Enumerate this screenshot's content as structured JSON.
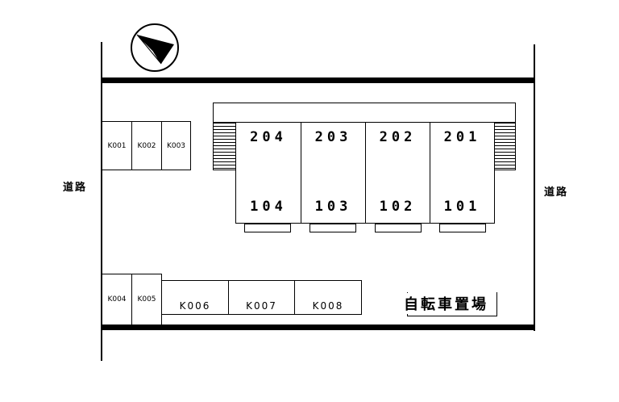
{
  "compass": {
    "icon": "north-arrow-icon"
  },
  "roads": {
    "left": "道路",
    "right": "道路"
  },
  "parking": {
    "top": [
      "K001",
      "K002",
      "K003"
    ],
    "bottom_small": [
      "K004",
      "K005"
    ],
    "bottom_wide": [
      "K006",
      "K007",
      "K008"
    ]
  },
  "building": {
    "units": [
      {
        "upper": "204",
        "lower": "104"
      },
      {
        "upper": "203",
        "lower": "103"
      },
      {
        "upper": "202",
        "lower": "102"
      },
      {
        "upper": "201",
        "lower": "101"
      }
    ]
  },
  "bicycle_parking": {
    "label": "自転車置場"
  }
}
